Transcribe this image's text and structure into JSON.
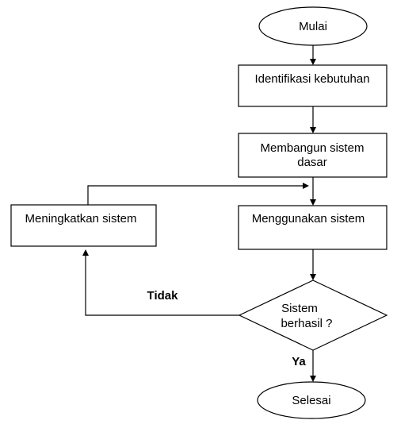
{
  "nodes": {
    "start": "Mulai",
    "identify": "Identifikasi kebutuhan",
    "build_line1": "Membangun sistem",
    "build_line2": "dasar",
    "use": "Menggunakan sistem",
    "improve": "Meningkatkan sistem",
    "decision_line1": "Sistem",
    "decision_line2": "berhasil ?",
    "end": "Selesai"
  },
  "edges": {
    "no": "Tidak",
    "yes": "Ya"
  }
}
